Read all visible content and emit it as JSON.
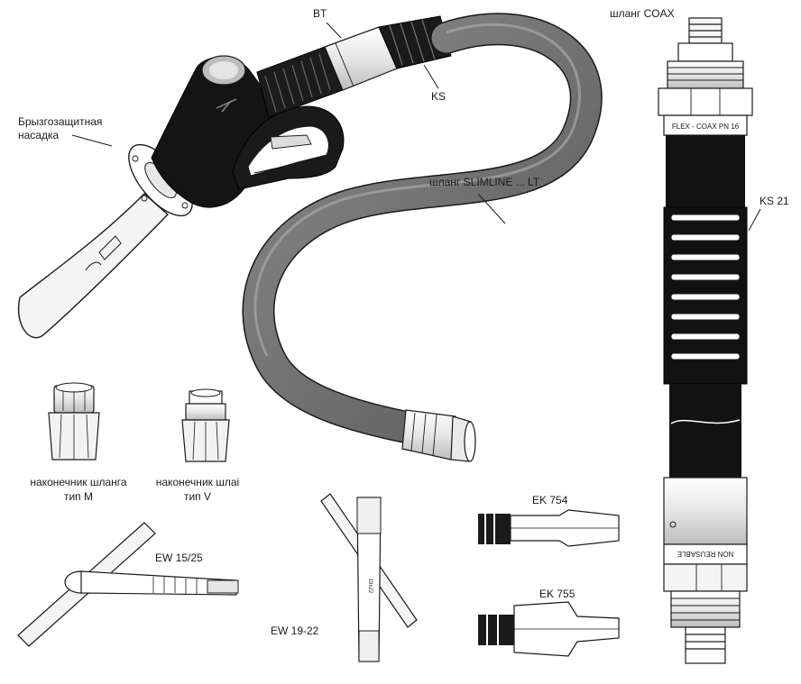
{
  "labels": {
    "bt": "BT",
    "coax_hose": "шланг COAX",
    "splash_guard_line1": "Брызгозащитная",
    "splash_guard_line2": "насадка",
    "ks": "KS",
    "slimline_hose": "шланг SLIMLINE ... LT",
    "ks21": "KS 21",
    "fitting_m_line1": "наконечник шланга",
    "fitting_m_line2": "тип M",
    "fitting_v_line1": "наконечник шлаі",
    "fitting_v_line2": "тип V",
    "ek754": "EK 754",
    "ew1525": "EW 15/25",
    "ek755": "EK 755",
    "ew1922": "EW 19-22",
    "coax_band": "FLEX - COAX PN 16",
    "non_reusable": "NON REUSABLE",
    "wrench_marking": "19x22"
  },
  "colors": {
    "line": "#1a1a1a",
    "hose": "#6e6e6e",
    "hose_dark": "#3a3a3a",
    "body_black": "#111111",
    "metal_light": "#f2f2f2",
    "metal_mid": "#cfcfcf"
  }
}
